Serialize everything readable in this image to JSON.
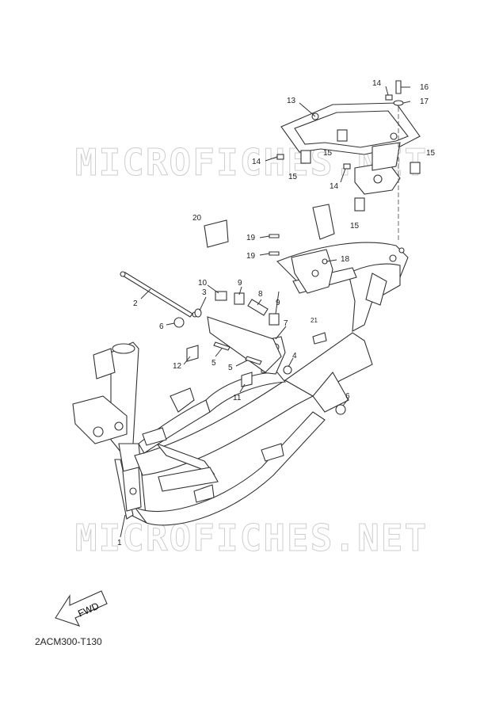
{
  "watermark": "MICROFICHES.NET",
  "diagram_code": "2ACM300-T130",
  "fwd_label": "FWD",
  "callouts": [
    "1",
    "2",
    "3",
    "4",
    "5",
    "5",
    "6",
    "6",
    "7",
    "8",
    "9",
    "9",
    "10",
    "11",
    "12",
    "13",
    "14",
    "14",
    "14",
    "15",
    "15",
    "15",
    "15",
    "16",
    "17",
    "18",
    "19",
    "19",
    "20",
    "21"
  ]
}
